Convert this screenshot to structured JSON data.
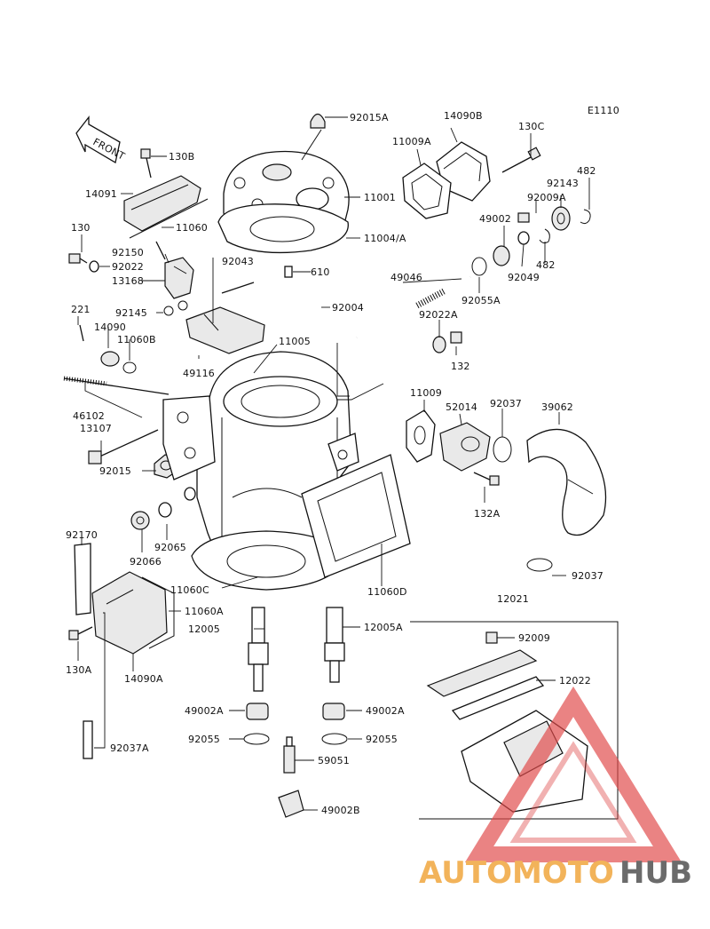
{
  "diagram": {
    "code": "E1110",
    "front_label": "FRONT",
    "labels": [
      {
        "id": "92015A",
        "text": "92015A"
      },
      {
        "id": "14090B",
        "text": "14090B"
      },
      {
        "id": "130C",
        "text": "130C"
      },
      {
        "id": "11009A",
        "text": "11009A"
      },
      {
        "id": "130B",
        "text": "130B"
      },
      {
        "id": "11001",
        "text": "11001"
      },
      {
        "id": "92009A",
        "text": "92009A"
      },
      {
        "id": "92143",
        "text": "92143"
      },
      {
        "id": "482a",
        "text": "482"
      },
      {
        "id": "14091",
        "text": "14091"
      },
      {
        "id": "11060",
        "text": "11060"
      },
      {
        "id": "11004A",
        "text": "11004/A"
      },
      {
        "id": "49002",
        "text": "49002"
      },
      {
        "id": "130",
        "text": "130"
      },
      {
        "id": "92150",
        "text": "92150"
      },
      {
        "id": "92022",
        "text": "92022"
      },
      {
        "id": "92043",
        "text": "92043"
      },
      {
        "id": "482b",
        "text": "482"
      },
      {
        "id": "610",
        "text": "610"
      },
      {
        "id": "92049",
        "text": "92049"
      },
      {
        "id": "13168",
        "text": "13168"
      },
      {
        "id": "49046",
        "text": "49046"
      },
      {
        "id": "92055A",
        "text": "92055A"
      },
      {
        "id": "92004",
        "text": "92004"
      },
      {
        "id": "221",
        "text": "221"
      },
      {
        "id": "92145",
        "text": "92145"
      },
      {
        "id": "92022A",
        "text": "92022A"
      },
      {
        "id": "14090",
        "text": "14090"
      },
      {
        "id": "11060B",
        "text": "11060B"
      },
      {
        "id": "11005",
        "text": "11005"
      },
      {
        "id": "132",
        "text": "132"
      },
      {
        "id": "49116",
        "text": "49116"
      },
      {
        "id": "11009",
        "text": "11009"
      },
      {
        "id": "46102",
        "text": "46102"
      },
      {
        "id": "52014",
        "text": "52014"
      },
      {
        "id": "92037a",
        "text": "92037"
      },
      {
        "id": "39062",
        "text": "39062"
      },
      {
        "id": "13107",
        "text": "13107"
      },
      {
        "id": "92015",
        "text": "92015"
      },
      {
        "id": "132A",
        "text": "132A"
      },
      {
        "id": "92170",
        "text": "92170"
      },
      {
        "id": "92065",
        "text": "92065"
      },
      {
        "id": "92066",
        "text": "92066"
      },
      {
        "id": "92037b",
        "text": "92037"
      },
      {
        "id": "11060C",
        "text": "11060C"
      },
      {
        "id": "11060D",
        "text": "11060D"
      },
      {
        "id": "12021",
        "text": "12021"
      },
      {
        "id": "11060A",
        "text": "11060A"
      },
      {
        "id": "12005",
        "text": "12005"
      },
      {
        "id": "12005A",
        "text": "12005A"
      },
      {
        "id": "92009",
        "text": "92009"
      },
      {
        "id": "130A",
        "text": "130A"
      },
      {
        "id": "14090A",
        "text": "14090A"
      },
      {
        "id": "12022",
        "text": "12022"
      },
      {
        "id": "49002A1",
        "text": "49002A"
      },
      {
        "id": "49002A2",
        "text": "49002A"
      },
      {
        "id": "92055a",
        "text": "92055"
      },
      {
        "id": "92055b",
        "text": "92055"
      },
      {
        "id": "92037A",
        "text": "92037A"
      },
      {
        "id": "59051",
        "text": "59051"
      },
      {
        "id": "49002B",
        "text": "49002B"
      }
    ]
  },
  "watermark": {
    "part1": "AUTOMOTO",
    "part2": "HUB",
    "color1": "#f2b35a",
    "color2": "#6b6b6b",
    "triangle_color": "#e04848"
  }
}
